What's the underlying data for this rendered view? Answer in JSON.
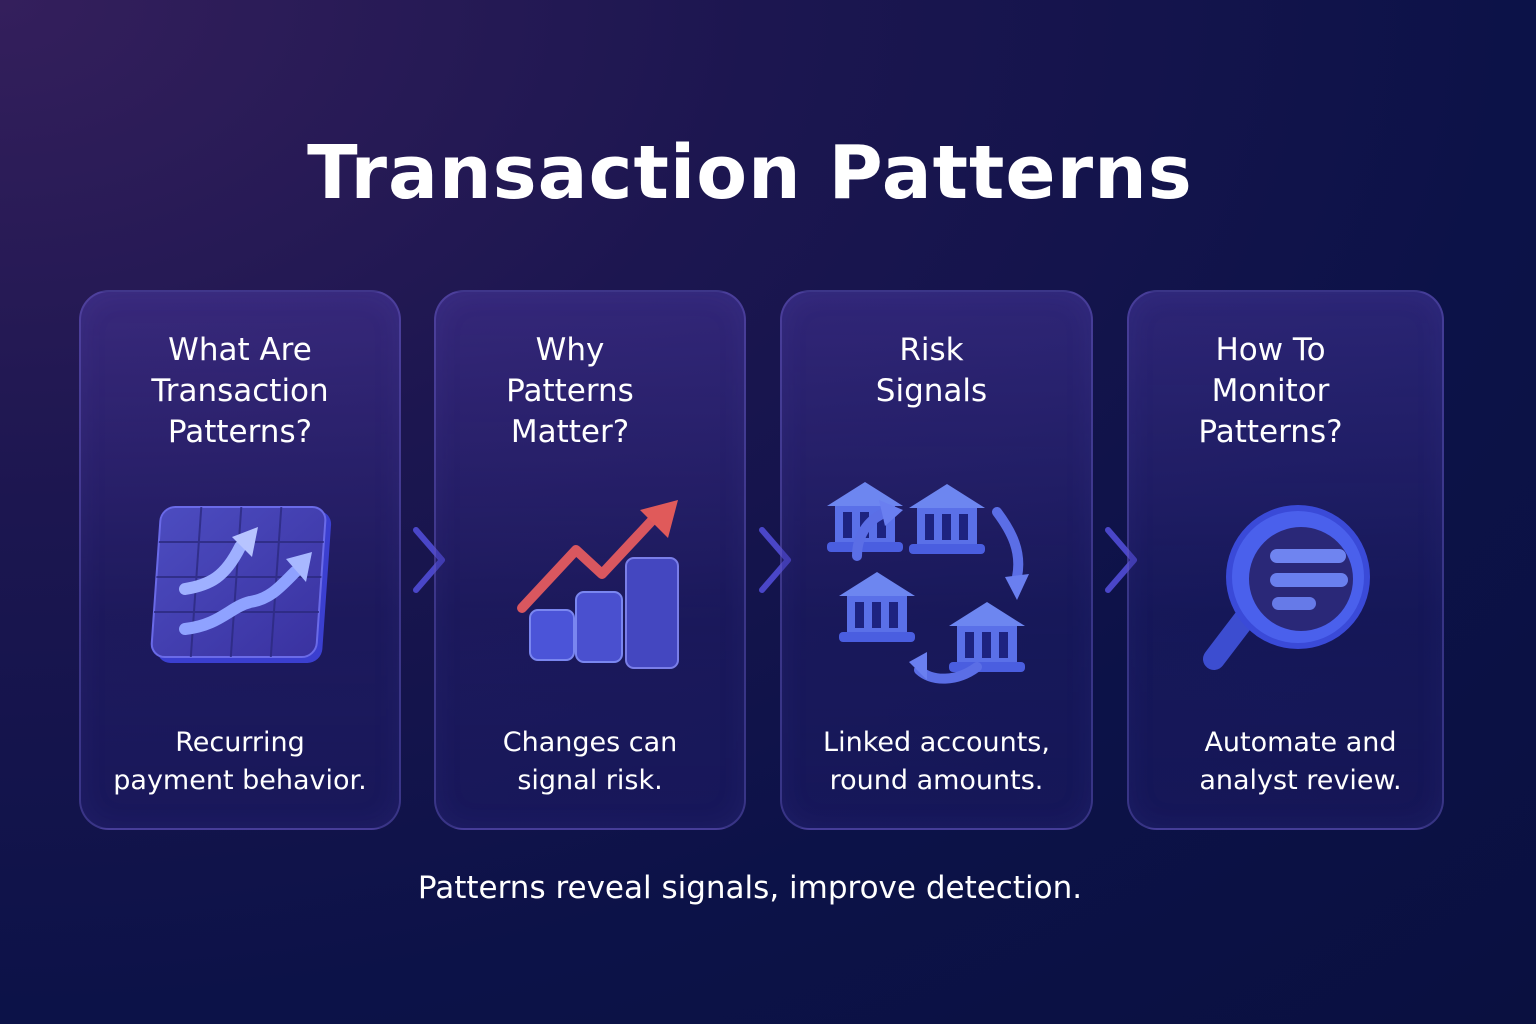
{
  "title": "Transaction Patterns",
  "cards": [
    {
      "heading": "What Are\nTransaction\nPatterns?",
      "description": "Recurring\npayment behavior.",
      "icon": "chart-grid-trend-icon"
    },
    {
      "heading": "Why\nPatterns\nMatter?",
      "description": "Changes can\nsignal risk.",
      "icon": "bar-chart-rising-arrow-icon"
    },
    {
      "heading": "Risk\nSignals",
      "description": "Linked accounts,\nround amounts.",
      "icon": "bank-cycle-icon"
    },
    {
      "heading": "How To\nMonitor\nPatterns?",
      "description": "Automate and\nanalyst review.",
      "icon": "magnifier-list-icon"
    }
  ],
  "footer": "Patterns reveal signals, improve detection.",
  "colors": {
    "background": "#0c1248",
    "card_border": "#5a52b8",
    "icon_blue": "#4a5ee0",
    "icon_light": "#8fa2ff",
    "arrow_red": "#e05a5a"
  }
}
